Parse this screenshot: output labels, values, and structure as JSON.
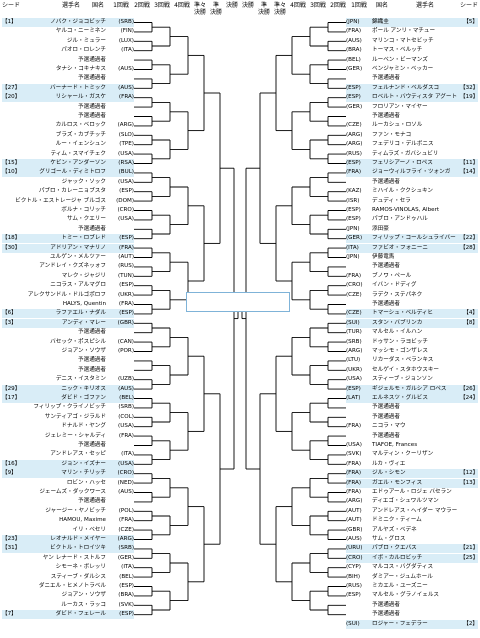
{
  "header": {
    "seed_label": "シード",
    "player_label": "選手名",
    "country_label": "国名",
    "r1": "1回戦",
    "r2": "2回戦",
    "r3": "3回戦",
    "r4": "4回戦",
    "qf_a": "準々",
    "qf_b": "決勝",
    "sf_a": "準",
    "sf_b": "決勝",
    "final": "決勝"
  },
  "left_players": [
    {
      "seed": "【1】",
      "name": "ノバク・ジョコビッチ",
      "country": "(SRB)",
      "hl": true
    },
    {
      "seed": "",
      "name": "ヤルコ・ニーミネン",
      "country": "(FIN)",
      "hl": false
    },
    {
      "seed": "",
      "name": "ジル・ミュラー",
      "country": "(LUX)",
      "hl": false
    },
    {
      "seed": "",
      "name": "パオロ・ロレンチ",
      "country": "(ITA)",
      "hl": false
    },
    {
      "seed": "",
      "name": "予選通過者",
      "country": "",
      "hl": false
    },
    {
      "seed": "",
      "name": "タナシ・コキナキス",
      "country": "(AUS)",
      "hl": false
    },
    {
      "seed": "",
      "name": "予選通過者",
      "country": "",
      "hl": false
    },
    {
      "seed": "【27】",
      "name": "バーナード・トミック",
      "country": "(AUS)",
      "hl": true
    },
    {
      "seed": "【20】",
      "name": "リシャール・ガスケ",
      "country": "(FRA)",
      "hl": true
    },
    {
      "seed": "",
      "name": "予選通過者",
      "country": "",
      "hl": false
    },
    {
      "seed": "",
      "name": "予選通過者",
      "country": "",
      "hl": false
    },
    {
      "seed": "",
      "name": "カルロス・ベロック",
      "country": "(ARG)",
      "hl": false
    },
    {
      "seed": "",
      "name": "ブラズ・カブチッチ",
      "country": "(SLO)",
      "hl": false
    },
    {
      "seed": "",
      "name": "ルー・イェンシュン",
      "country": "(TPE)",
      "hl": false
    },
    {
      "seed": "",
      "name": "ティム・スマイチェク",
      "country": "(USA)",
      "hl": false
    },
    {
      "seed": "【15】",
      "name": "ケビン・アンダーソン",
      "country": "(RSA)",
      "hl": true
    },
    {
      "seed": "【10】",
      "name": "グリゴール・ディミトロフ",
      "country": "(BUL)",
      "hl": true
    },
    {
      "seed": "",
      "name": "ジャック・ソック",
      "country": "(USA)",
      "hl": false
    },
    {
      "seed": "",
      "name": "パブロ・カレーニョブスタ",
      "country": "(ESP)",
      "hl": false
    },
    {
      "seed": "",
      "name": "ビクトル・エストレージャ ブルゴス",
      "country": "(DOM)",
      "hl": false
    },
    {
      "seed": "",
      "name": "ボルナ・コリッチ",
      "country": "(CRO)",
      "hl": false
    },
    {
      "seed": "",
      "name": "サム・クエリー",
      "country": "(USA)",
      "hl": false
    },
    {
      "seed": "",
      "name": "予選通過者",
      "country": "",
      "hl": false
    },
    {
      "seed": "【18】",
      "name": "トミー・ロブレド",
      "country": "(ESP)",
      "hl": true
    },
    {
      "seed": "【30】",
      "name": "アドリアン・マナリノ",
      "country": "(FRA)",
      "hl": true
    },
    {
      "seed": "",
      "name": "ユルゲン・メルツァー",
      "country": "(AUT)",
      "hl": false
    },
    {
      "seed": "",
      "name": "アンドレイ・クズネッォフ",
      "country": "(RUS)",
      "hl": false
    },
    {
      "seed": "",
      "name": "マレク・ジャジリ",
      "country": "(TUN)",
      "hl": false
    },
    {
      "seed": "",
      "name": "ニコラス・アルマグロ",
      "country": "(ESP)",
      "hl": false
    },
    {
      "seed": "",
      "name": "アレクサンドル・ドルゴポロフ",
      "country": "(UKR)",
      "hl": false
    },
    {
      "seed": "",
      "name": "HALYS, Quentin",
      "country": "(FRA)",
      "hl": false
    },
    {
      "seed": "【6】",
      "name": "ラファエル・ナダル",
      "country": "(ESP)",
      "hl": true
    },
    {
      "seed": "【3】",
      "name": "アンディ・マレー",
      "country": "(GBR)",
      "hl": true
    },
    {
      "seed": "",
      "name": "予選通過者",
      "country": "",
      "hl": false
    },
    {
      "seed": "",
      "name": "バセック・ポスピシル",
      "country": "(CAN)",
      "hl": false
    },
    {
      "seed": "",
      "name": "ジョアン・ソウザ",
      "country": "(POR)",
      "hl": false
    },
    {
      "seed": "",
      "name": "予選通過者",
      "country": "",
      "hl": false
    },
    {
      "seed": "",
      "name": "予選通過者",
      "country": "",
      "hl": false
    },
    {
      "seed": "",
      "name": "デニス・イスタミン",
      "country": "(UZB)",
      "hl": false
    },
    {
      "seed": "【29】",
      "name": "ニック・キリオス",
      "country": "(AUS)",
      "hl": true
    },
    {
      "seed": "【17】",
      "name": "ダビド・ゴファン",
      "country": "(BEL)",
      "hl": true
    },
    {
      "seed": "",
      "name": "フィリップ・クライノビッチ",
      "country": "(SRB)",
      "hl": false
    },
    {
      "seed": "",
      "name": "サンティアゴ・ジラルド",
      "country": "(COL)",
      "hl": false
    },
    {
      "seed": "",
      "name": "ドナルド・ヤング",
      "country": "(USA)",
      "hl": false
    },
    {
      "seed": "",
      "name": "ジェレミー・シャルディ",
      "country": "(FRA)",
      "hl": false
    },
    {
      "seed": "",
      "name": "予選通過者",
      "country": "",
      "hl": false
    },
    {
      "seed": "",
      "name": "アンドレアス・セッピ",
      "country": "(ITA)",
      "hl": false
    },
    {
      "seed": "【16】",
      "name": "ジョン・イズナー",
      "country": "(USA)",
      "hl": true
    },
    {
      "seed": "【9】",
      "name": "マリン・チリッチ",
      "country": "(CRO)",
      "hl": true
    },
    {
      "seed": "",
      "name": "ロビン・ハッセ",
      "country": "(NED)",
      "hl": false
    },
    {
      "seed": "",
      "name": "ジェームズ・ダックワース",
      "country": "(AUS)",
      "hl": false
    },
    {
      "seed": "",
      "name": "予選通過者",
      "country": "",
      "hl": false
    },
    {
      "seed": "",
      "name": "ジャージー・ヤノビッチ",
      "country": "(POL)",
      "hl": false
    },
    {
      "seed": "",
      "name": "HAMOU, Maxime",
      "country": "(FRA)",
      "hl": false
    },
    {
      "seed": "",
      "name": "イリ・ベセリ",
      "country": "(CZE)",
      "hl": false
    },
    {
      "seed": "【23】",
      "name": "レオナルド・メイヤー",
      "country": "(ARG)",
      "hl": true
    },
    {
      "seed": "【31】",
      "name": "ビクトル・トロイツキ",
      "country": "(SRB)",
      "hl": true
    },
    {
      "seed": "",
      "name": "ヤン レナード・ストルフ",
      "country": "(GER)",
      "hl": false
    },
    {
      "seed": "",
      "name": "シモーネ・ボレッリ",
      "country": "(ITA)",
      "hl": false
    },
    {
      "seed": "",
      "name": "スティーブ・ダルシス",
      "country": "(BEL)",
      "hl": false
    },
    {
      "seed": "",
      "name": "ダニエル・ヒメノトラベル",
      "country": "(ESP)",
      "hl": false
    },
    {
      "seed": "",
      "name": "ジョアン・ソウザ",
      "country": "(BRA)",
      "hl": false
    },
    {
      "seed": "",
      "name": "ルーカス・ラッコ",
      "country": "(SVK)",
      "hl": false
    },
    {
      "seed": "【7】",
      "name": "ダビド・フェレール",
      "country": "(ESP)",
      "hl": true
    }
  ],
  "right_players": [
    {
      "seed": "【5】",
      "name": "錦織圭",
      "country": "(JPN)",
      "hl": true
    },
    {
      "seed": "",
      "name": "ポール アンリ・マチュー",
      "country": "(FRA)",
      "hl": false
    },
    {
      "seed": "",
      "name": "マリンコ・マトセビッチ",
      "country": "(AUS)",
      "hl": false
    },
    {
      "seed": "",
      "name": "トーマス・ベルッチ",
      "country": "(BRA)",
      "hl": false
    },
    {
      "seed": "",
      "name": "ルーベン・ビーマンズ",
      "country": "(BEL)",
      "hl": false
    },
    {
      "seed": "",
      "name": "ベンジャミン・ベッカー",
      "country": "(GER)",
      "hl": false
    },
    {
      "seed": "",
      "name": "予選通過者",
      "country": "",
      "hl": false
    },
    {
      "seed": "【32】",
      "name": "フェルナンド・ベルダスコ",
      "country": "(ESP)",
      "hl": true
    },
    {
      "seed": "【19】",
      "name": "ロベルト・バウティスタ アグート",
      "country": "(ESP)",
      "hl": true
    },
    {
      "seed": "",
      "name": "フロリアン・マイヤー",
      "country": "(GER)",
      "hl": false
    },
    {
      "seed": "",
      "name": "予選通過者",
      "country": "",
      "hl": false
    },
    {
      "seed": "",
      "name": "ルーカシュ・ロソル",
      "country": "(CZE)",
      "hl": false
    },
    {
      "seed": "",
      "name": "ファン・モナコ",
      "country": "(ARG)",
      "hl": false
    },
    {
      "seed": "",
      "name": "フェデリコ・デルボニス",
      "country": "(ARG)",
      "hl": false
    },
    {
      "seed": "",
      "name": "ティムラズ・ガバシュビリ",
      "country": "(RUS)",
      "hl": false
    },
    {
      "seed": "【11】",
      "name": "フェリシアーノ・ロペス",
      "country": "(ESP)",
      "hl": true
    },
    {
      "seed": "【14】",
      "name": "ジョーウィルフライ・ツォンガ",
      "country": "(FRA)",
      "hl": true
    },
    {
      "seed": "",
      "name": "予選通過者",
      "country": "",
      "hl": false
    },
    {
      "seed": "",
      "name": "ミハイル・ククシュキン",
      "country": "(KAZ)",
      "hl": false
    },
    {
      "seed": "",
      "name": "デュディ・セラ",
      "country": "(ISR)",
      "hl": false
    },
    {
      "seed": "",
      "name": "RAMOS-VINOLAS, Albert",
      "country": "(ESP)",
      "hl": false
    },
    {
      "seed": "",
      "name": "パブロ・アンドゥハル",
      "country": "(ESP)",
      "hl": false
    },
    {
      "seed": "",
      "name": "添田豪",
      "country": "(JPN)",
      "hl": false
    },
    {
      "seed": "【22】",
      "name": "フィリップ・コールシュライバー",
      "country": "(GER)",
      "hl": true
    },
    {
      "seed": "【28】",
      "name": "ファビオ・フォニーニ",
      "country": "(ITA)",
      "hl": true
    },
    {
      "seed": "",
      "name": "伊藤竜馬",
      "country": "(JPN)",
      "hl": false
    },
    {
      "seed": "",
      "name": "予選通過者",
      "country": "",
      "hl": false
    },
    {
      "seed": "",
      "name": "ブノワ・ペール",
      "country": "(FRA)",
      "hl": false
    },
    {
      "seed": "",
      "name": "イバン・ドディグ",
      "country": "(CRO)",
      "hl": false
    },
    {
      "seed": "",
      "name": "ラデク・ステパネク",
      "country": "(CZE)",
      "hl": false
    },
    {
      "seed": "",
      "name": "予選通過者",
      "country": "",
      "hl": false
    },
    {
      "seed": "【4】",
      "name": "トマーシュ・ベルディヒ",
      "country": "(CZE)",
      "hl": true
    },
    {
      "seed": "【8】",
      "name": "スタン・バブリンカ",
      "country": "(SUI)",
      "hl": true
    },
    {
      "seed": "",
      "name": "マルセル・イルハン",
      "country": "(TUR)",
      "hl": false
    },
    {
      "seed": "",
      "name": "ドゥサン・ラヨビッチ",
      "country": "(SRB)",
      "hl": false
    },
    {
      "seed": "",
      "name": "マッシモ・ゴンザレス",
      "country": "(ARG)",
      "hl": false
    },
    {
      "seed": "",
      "name": "リカーダス・ベランキス",
      "country": "(LTU)",
      "hl": false
    },
    {
      "seed": "",
      "name": "セルゲイ・スタホウスキー",
      "country": "(UKR)",
      "hl": false
    },
    {
      "seed": "",
      "name": "スティーブ・ジョンソン",
      "country": "(USA)",
      "hl": false
    },
    {
      "seed": "【26】",
      "name": "ギジェルモ・ガルシア ロペス",
      "country": "(ESP)",
      "hl": true
    },
    {
      "seed": "【24】",
      "name": "エルネスツ・グルビス",
      "country": "(LAT)",
      "hl": true
    },
    {
      "seed": "",
      "name": "予選通過者",
      "country": "",
      "hl": false
    },
    {
      "seed": "",
      "name": "予選通過者",
      "country": "",
      "hl": false
    },
    {
      "seed": "",
      "name": "ニコラ・マウ",
      "country": "(FRA)",
      "hl": false
    },
    {
      "seed": "",
      "name": "予選通過者",
      "country": "",
      "hl": false
    },
    {
      "seed": "",
      "name": "TIAFOE, Frances",
      "country": "(USA)",
      "hl": false
    },
    {
      "seed": "",
      "name": "マルティン・クーリザン",
      "country": "(SVK)",
      "hl": false
    },
    {
      "seed": "",
      "name": "ルカ・ヴィエ",
      "country": "(FRA)",
      "hl": false
    },
    {
      "seed": "【12】",
      "name": "ジル・シモン",
      "country": "(FRA)",
      "hl": true
    },
    {
      "seed": "【13】",
      "name": "ガエル・モンフィス",
      "country": "(FRA)",
      "hl": true
    },
    {
      "seed": "",
      "name": "エドゥアール・ロジェ バセラン",
      "country": "(FRA)",
      "hl": false
    },
    {
      "seed": "",
      "name": "ディエゴ・シュワルツマン",
      "country": "(ARG)",
      "hl": false
    },
    {
      "seed": "",
      "name": "アンドレアス・ヘイダー マウラー",
      "country": "(AUT)",
      "hl": false
    },
    {
      "seed": "",
      "name": "ドミニク・ティーム",
      "country": "(AUT)",
      "hl": false
    },
    {
      "seed": "",
      "name": "アルヤズ・ベデネ",
      "country": "(GBR)",
      "hl": false
    },
    {
      "seed": "",
      "name": "サム・グロス",
      "country": "(AUS)",
      "hl": false
    },
    {
      "seed": "【21】",
      "name": "パブロ・クエバス",
      "country": "(URU)",
      "hl": true
    },
    {
      "seed": "【25】",
      "name": "イボ・カルロビッチ",
      "country": "(CRO)",
      "hl": true
    },
    {
      "seed": "",
      "name": "マルコス・バグダティス",
      "country": "(CYP)",
      "hl": false
    },
    {
      "seed": "",
      "name": "ダミアー・ジュムホール",
      "country": "(BIH)",
      "hl": false
    },
    {
      "seed": "",
      "name": "ミカエル・ユーズニー",
      "country": "(RUS)",
      "hl": false
    },
    {
      "seed": "",
      "name": "マルセル・グラノイェルス",
      "country": "(ESP)",
      "hl": false
    },
    {
      "seed": "",
      "name": "予選通過者",
      "country": "",
      "hl": false
    },
    {
      "seed": "",
      "name": "予選通過者",
      "country": "",
      "hl": false
    },
    {
      "seed": "【2】",
      "name": "ロジャー・フェデラー",
      "country": "(SUI)",
      "hl": true
    }
  ]
}
